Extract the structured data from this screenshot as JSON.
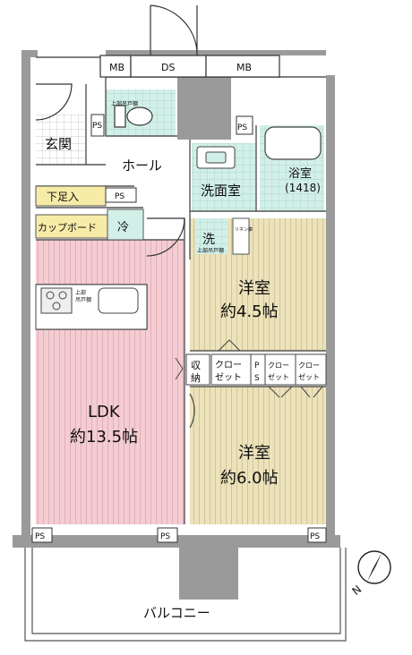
{
  "rooms": {
    "entrance": "玄関",
    "hall": "ホール",
    "shoe_storage": "下足入",
    "cupboard": "カップボード",
    "fridge": "冷",
    "washroom": "洗面室",
    "washer": "洗",
    "bath": {
      "name": "浴室",
      "size": "(1418)"
    },
    "western_a": {
      "name": "洋室",
      "size": "約4.5帖"
    },
    "western_b": {
      "name": "洋室",
      "size": "約6.0帖"
    },
    "ldk": {
      "name": "LDK",
      "size": "約13.5帖"
    },
    "storage_1": "収",
    "storage_2": "納",
    "closet_1a": "クロー",
    "closet_1b": "ゼット",
    "closet_2a": "クロー",
    "closet_2b": "ゼット",
    "closet_3a": "クロー",
    "closet_3b": "ゼット",
    "balcony": "バルコニー"
  },
  "fixtures": {
    "mb_left": "MB",
    "ds": "DS",
    "mb_right": "MB",
    "ps_toilet": "PS",
    "ps_bath": "PS",
    "ps_kitchen": "PS",
    "ps_closet_1": "P",
    "ps_closet_2": "S",
    "ps_bottom_1": "PS",
    "ps_bottom_2": "PS",
    "ps_bottom_3": "PS",
    "upper_storage_1": "上部吊戸棚",
    "upper_storage_2": "上部吊戸棚",
    "upper_storage_3": "上部",
    "upper_storage_4": "吊戸棚",
    "linen": "リネン庫"
  },
  "colors": {
    "ldk_floor": "#f3c9cf",
    "bedroom_floor": "#ece1b8",
    "wet_area": "#cdeee6",
    "label_strip": "#f6e9a6",
    "wall": "#8e8e8e"
  },
  "icons": {
    "compass": "north-arrow-icon"
  }
}
